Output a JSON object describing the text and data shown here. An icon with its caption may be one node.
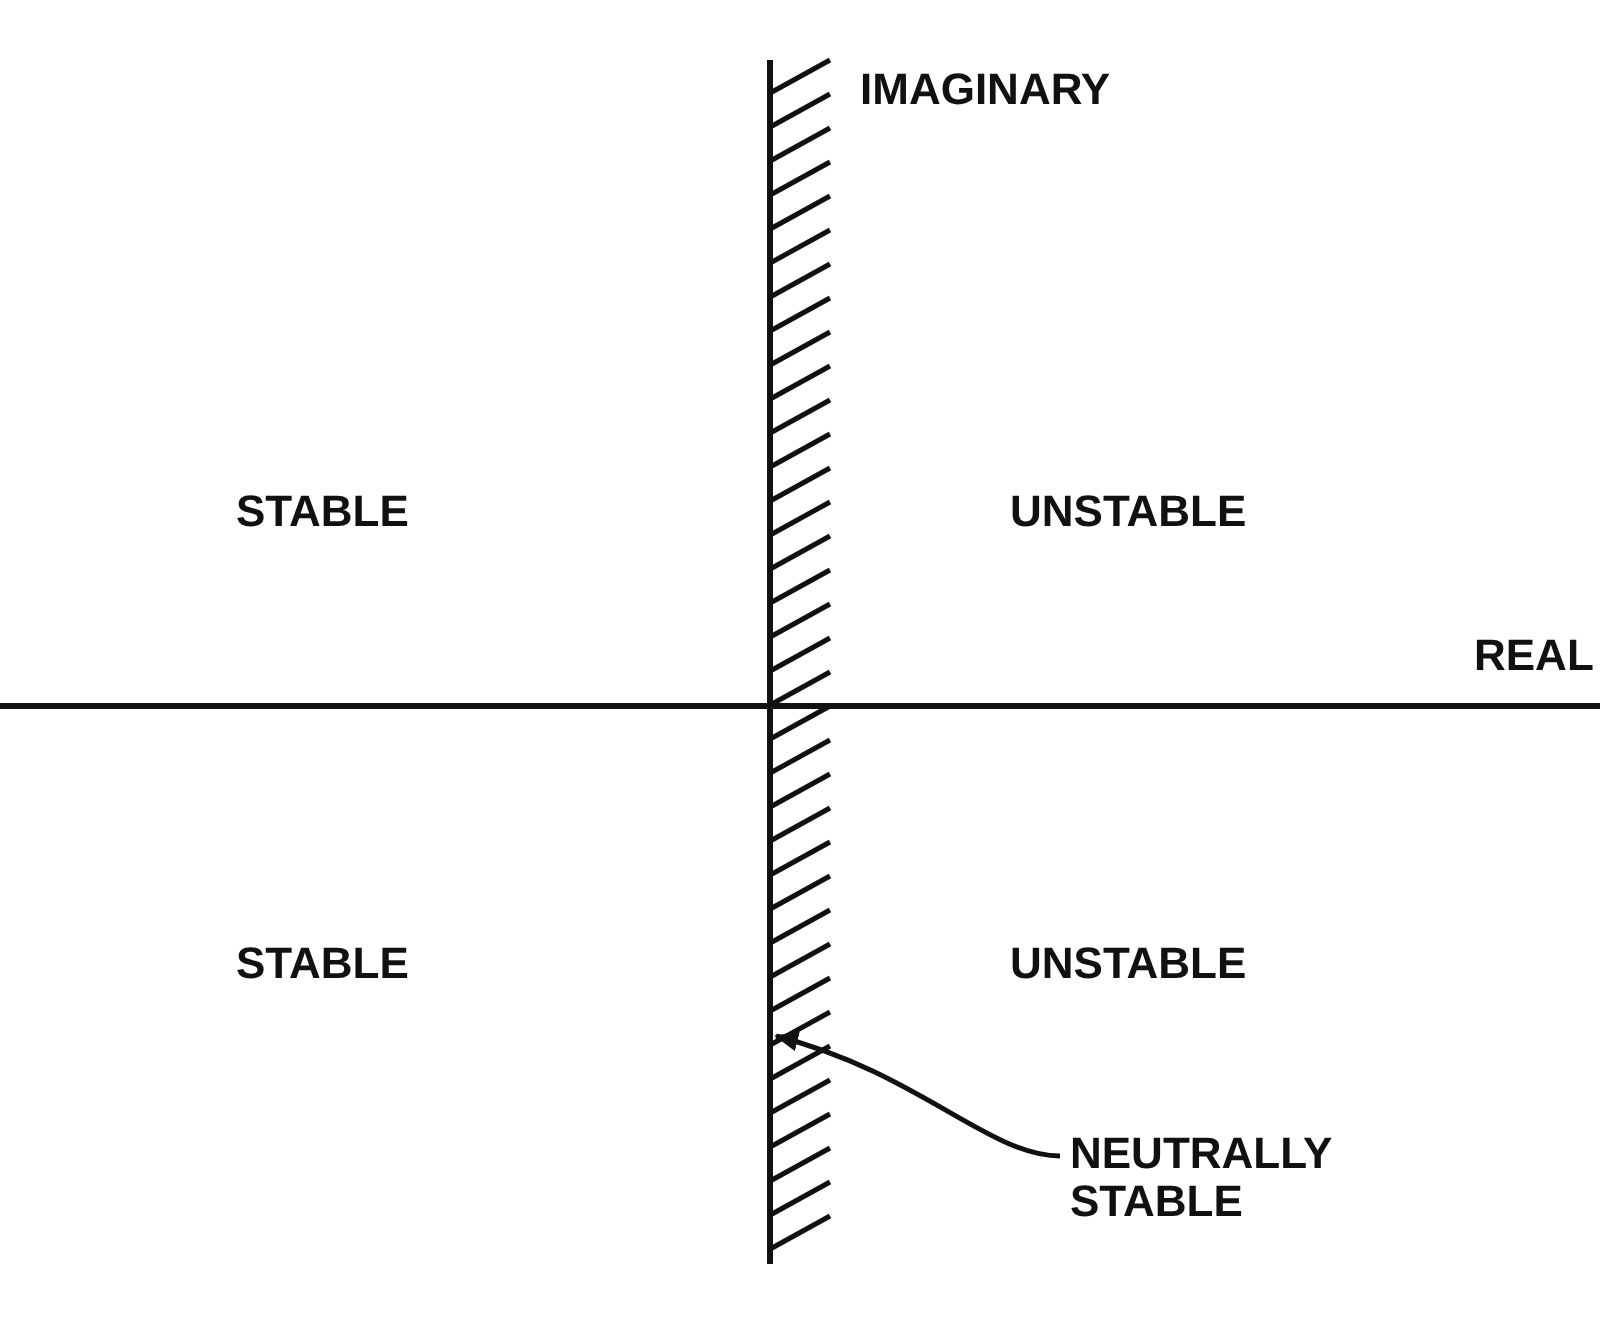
{
  "diagram": {
    "nodes": [
      {
        "text": [
          "NEUTRALLY STABLE"
        ]
      },
      {
        "text": [],
        "shape": "bar"
      }
    ],
    "edges": [
      {
        "from": 0,
        "to": 1,
        "arrow": "to"
      }
    ],
    "labels": [
      "IMAGINARY",
      "STABLE",
      "UNSTABLE",
      "REAL",
      "STABLE",
      "UNSTABLE"
    ]
  }
}
